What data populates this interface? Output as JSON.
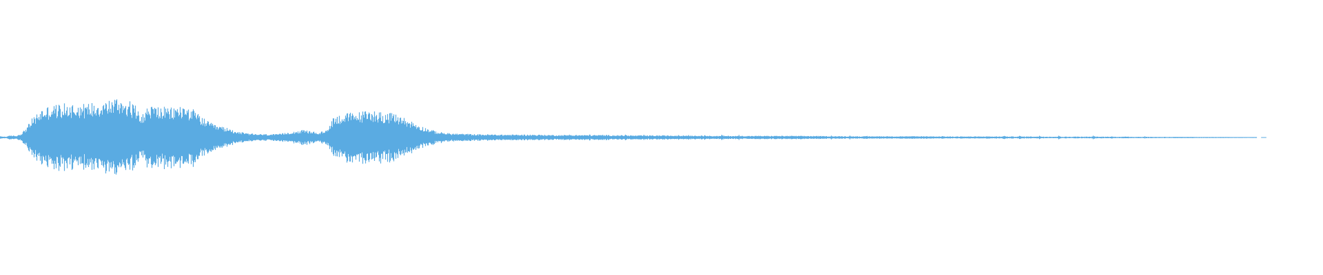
{
  "waveform": {
    "color": "#5aabe2",
    "background": "#ffffff",
    "envelope": [
      [
        0.0,
        0.03
      ],
      [
        0.004,
        0.02
      ],
      [
        0.008,
        0.05
      ],
      [
        0.012,
        0.04
      ],
      [
        0.016,
        0.1
      ],
      [
        0.02,
        0.25
      ],
      [
        0.024,
        0.45
      ],
      [
        0.028,
        0.58
      ],
      [
        0.032,
        0.7
      ],
      [
        0.04,
        0.78
      ],
      [
        0.048,
        0.8
      ],
      [
        0.056,
        0.82
      ],
      [
        0.064,
        0.8
      ],
      [
        0.072,
        0.86
      ],
      [
        0.08,
        0.88
      ],
      [
        0.088,
        0.95
      ],
      [
        0.096,
        0.9
      ],
      [
        0.104,
        0.72
      ],
      [
        0.108,
        0.55
      ],
      [
        0.112,
        0.78
      ],
      [
        0.12,
        0.74
      ],
      [
        0.128,
        0.7
      ],
      [
        0.136,
        0.76
      ],
      [
        0.144,
        0.72
      ],
      [
        0.15,
        0.55
      ],
      [
        0.156,
        0.4
      ],
      [
        0.162,
        0.3
      ],
      [
        0.17,
        0.24
      ],
      [
        0.178,
        0.16
      ],
      [
        0.186,
        0.1
      ],
      [
        0.196,
        0.08
      ],
      [
        0.21,
        0.08
      ],
      [
        0.22,
        0.14
      ],
      [
        0.23,
        0.18
      ],
      [
        0.24,
        0.12
      ],
      [
        0.246,
        0.16
      ],
      [
        0.252,
        0.5
      ],
      [
        0.26,
        0.58
      ],
      [
        0.27,
        0.6
      ],
      [
        0.28,
        0.66
      ],
      [
        0.29,
        0.6
      ],
      [
        0.3,
        0.55
      ],
      [
        0.31,
        0.4
      ],
      [
        0.32,
        0.25
      ],
      [
        0.33,
        0.14
      ],
      [
        0.34,
        0.1
      ],
      [
        0.36,
        0.08
      ],
      [
        0.38,
        0.07
      ],
      [
        0.4,
        0.07
      ],
      [
        0.42,
        0.06
      ],
      [
        0.44,
        0.06
      ],
      [
        0.46,
        0.06
      ],
      [
        0.48,
        0.05
      ],
      [
        0.5,
        0.05
      ],
      [
        0.52,
        0.05
      ],
      [
        0.54,
        0.04
      ],
      [
        0.56,
        0.04
      ],
      [
        0.58,
        0.04
      ],
      [
        0.6,
        0.04
      ],
      [
        0.62,
        0.035
      ],
      [
        0.64,
        0.03
      ],
      [
        0.66,
        0.03
      ],
      [
        0.68,
        0.03
      ],
      [
        0.7,
        0.03
      ],
      [
        0.72,
        0.025
      ],
      [
        0.74,
        0.025
      ],
      [
        0.76,
        0.025
      ],
      [
        0.78,
        0.025
      ],
      [
        0.8,
        0.02
      ],
      [
        0.82,
        0.02
      ],
      [
        0.84,
        0.02
      ],
      [
        0.86,
        0.018
      ],
      [
        0.88,
        0.015
      ],
      [
        0.9,
        0.015
      ],
      [
        0.92,
        0.012
      ],
      [
        0.94,
        0.01
      ],
      [
        0.95,
        0.0
      ]
    ],
    "bursts": [
      [
        0.43,
        0.1
      ],
      [
        0.445,
        0.09
      ],
      [
        0.455,
        0.08
      ],
      [
        0.472,
        0.09
      ],
      [
        0.486,
        0.08
      ],
      [
        0.498,
        0.07
      ],
      [
        0.512,
        0.09
      ],
      [
        0.52,
        0.08
      ],
      [
        0.532,
        0.1
      ],
      [
        0.545,
        0.08
      ],
      [
        0.558,
        0.07
      ],
      [
        0.572,
        0.06
      ],
      [
        0.585,
        0.06
      ],
      [
        0.598,
        0.05
      ],
      [
        0.61,
        0.05
      ],
      [
        0.628,
        0.05
      ],
      [
        0.642,
        0.05
      ],
      [
        0.655,
        0.04
      ],
      [
        0.668,
        0.04
      ],
      [
        0.68,
        0.04
      ],
      [
        0.7,
        0.04
      ],
      [
        0.712,
        0.05
      ],
      [
        0.726,
        0.04
      ],
      [
        0.745,
        0.05
      ],
      [
        0.758,
        0.06
      ],
      [
        0.77,
        0.05
      ],
      [
        0.785,
        0.05
      ],
      [
        0.8,
        0.05
      ],
      [
        0.812,
        0.04
      ],
      [
        0.826,
        0.05
      ],
      [
        0.84,
        0.03
      ],
      [
        0.852,
        0.03
      ],
      [
        0.865,
        0.03
      ],
      [
        0.88,
        0.02
      ],
      [
        0.895,
        0.02
      ]
    ],
    "tail_segment": [
      0.948,
      0.952
    ]
  }
}
